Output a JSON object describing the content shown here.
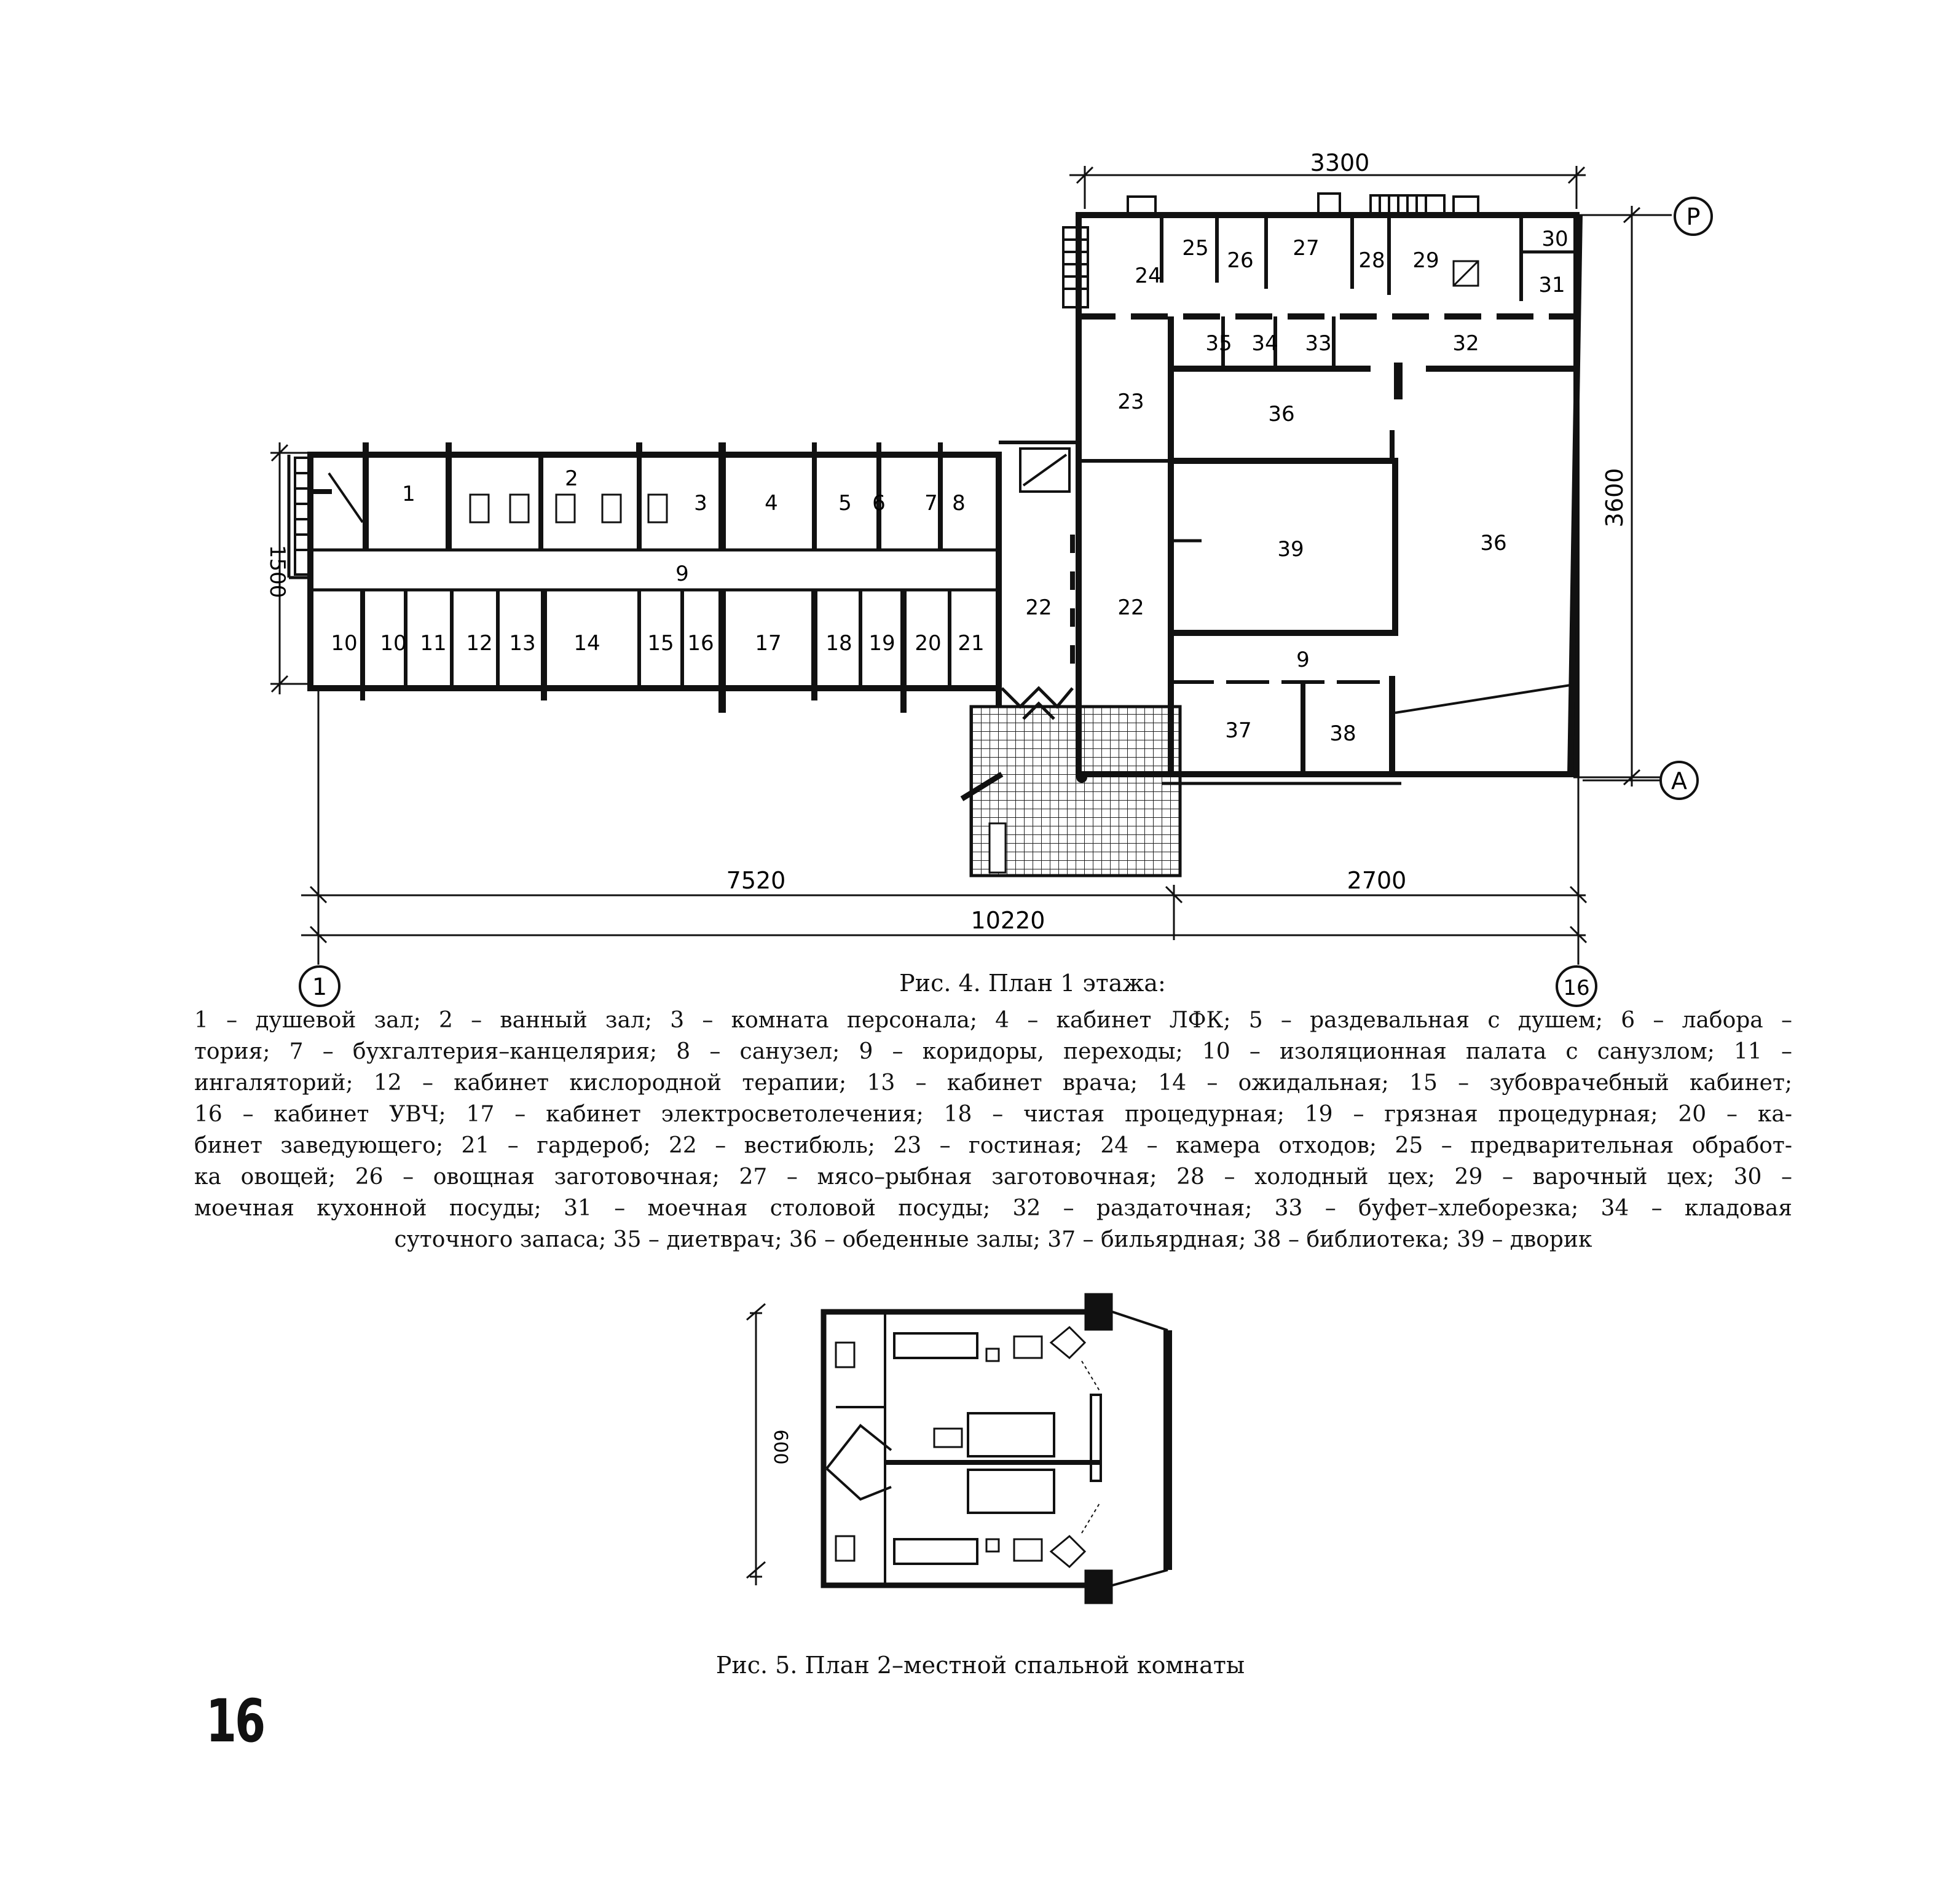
{
  "plan1": {
    "dimensions": {
      "top": "3300",
      "right": "3600",
      "left": "1500",
      "bottom_left": "7520",
      "bottom_right": "2700",
      "bottom_total": "10220"
    },
    "axes": {
      "p": "Р",
      "a": "А",
      "one": "1",
      "sixteen": "16"
    },
    "rooms": {
      "r1": "1",
      "r2": "2",
      "r3": "3",
      "r4": "4",
      "r5": "5",
      "r6": "6",
      "r7": "7",
      "r8": "8",
      "r9a": "9",
      "r9b": "9",
      "r10a": "10",
      "r10b": "10",
      "r11": "11",
      "r12": "12",
      "r13": "13",
      "r14": "14",
      "r15": "15",
      "r16": "16",
      "r17": "17",
      "r18": "18",
      "r19": "19",
      "r20": "20",
      "r21": "21",
      "r22a": "22",
      "r22b": "22",
      "r23": "23",
      "r24": "24",
      "r25": "25",
      "r26": "26",
      "r27": "27",
      "r28": "28",
      "r29": "29",
      "r30": "30",
      "r31": "31",
      "r32": "32",
      "r33": "33",
      "r34": "34",
      "r35": "35",
      "r36a": "36",
      "r36b": "36",
      "r37": "37",
      "r38": "38",
      "r39": "39"
    }
  },
  "caption4": "Рис. 4. План 1 этажа:",
  "legend": [
    "1 – душевой зал; 2 – ванный зал; 3 – комната персонала; 4 – кабинет ЛФК; 5 – раздевальная с душем; 6 – лабора –",
    "тория; 7 – бухгалтерия–канцелярия; 8 – санузел; 9 – коридоры, переходы; 10 – изоляционная палата с санузлом; 11 –",
    "ингаляторий; 12 – кабинет кислородной терапии; 13 – кабинет врача; 14 – ожидальная; 15 – зубоврачебный кабинет;",
    "16 – кабинет УВЧ; 17 – кабинет электросветолечения; 18 – чистая процедурная; 19 – грязная процедурная; 20 – ка-",
    "бинет заведующего; 21 – гардероб; 22 – вестибюль; 23 – гостиная; 24 – камера отходов; 25 – предварительная обработ-",
    "ка овощей; 26 – овощная заготовочная; 27 – мясо–рыбная заготовочная; 28 – холодный цех; 29 – варочный цех; 30 –",
    "моечная кухонной посуды; 31 – моечная столовой посуды; 32 – раздаточная; 33 – буфет–хлеборезка; 34 – кладовая",
    "суточного запаса; 35 – диетврач; 36 – обеденные залы; 37 – бильярдная; 38 – библиотека; 39 – дворик"
  ],
  "plan2": {
    "dimension": "600"
  },
  "caption5": "Рис. 5. План 2–местной спальной комнаты",
  "page_number": "16"
}
